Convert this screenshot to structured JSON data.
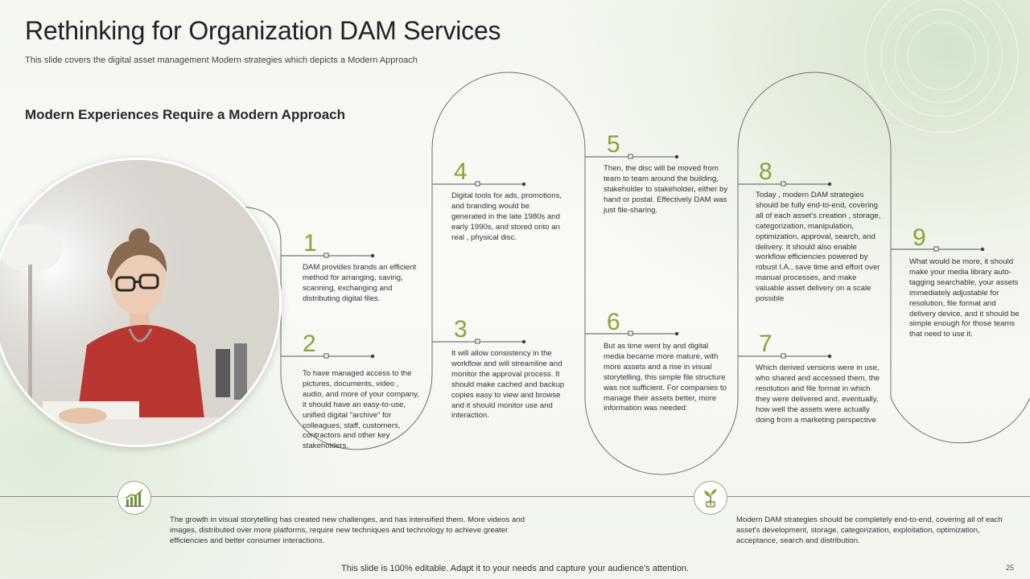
{
  "title": "Rethinking for Organization DAM Services",
  "subtitle": "This slide covers the digital asset management Modern strategies which depicts a Modern Approach",
  "heading": "Modern Experiences Require a Modern Approach",
  "steps": [
    {
      "num": "1",
      "text": "DAM provides brands an efficient method for arranging, saving, scanning, exchanging and distributing digital files."
    },
    {
      "num": "2",
      "text": "To have managed access to the pictures, documents, video , audio, and more of your company, it should have an easy-to-use, unified digital \"archive\" for colleagues, staff, customers, contractors and other key stakeholders."
    },
    {
      "num": "3",
      "text": "It will allow consistency in the workflow and will streamline and monitor the approval process. It should make cached and backup copies easy to view and browse and it should monitor use and interaction."
    },
    {
      "num": "4",
      "text": "Digital tools for ads, promotions, and branding would be generated in the late 1980s and early 1990s, and stored onto an real , physical disc."
    },
    {
      "num": "5",
      "text": "Then, the disc will be moved from team to team around the building, stakeholder to stakeholder, either by hand or postal. Effectively DAM was just file-sharing."
    },
    {
      "num": "6",
      "text": "But as time  went by and digital media became more mature, with more assets and a rise in visual storytelling, this simple file structure was not sufficient. For companies to manage their assets better, more information was needed:"
    },
    {
      "num": "7",
      "text": "Which derived versions were in use, who shared and accessed them, the resolution and file format in  which they were delivered and, eventually, how well the assets were actually doing from a marketing perspective"
    },
    {
      "num": "8",
      "text": "Today , modern DAM strategies should be fully end-to-end, covering all of each asset's creation , storage, categorization, manipulation,  optimization, approval, search, and delivery. It should also enable workflow efficiencies powered by robust I.A., save time and effort over manual processes, and make valuable asset delivery on a scale possible"
    },
    {
      "num": "9",
      "text": "What would be more, it should make your media library auto-tagging searchable, your assets immediately  adjustable for resolution, file format and delivery device, and it should be simple enough for those teams that need to use it."
    }
  ],
  "footer": {
    "left_text": "The growth in visual storytelling has created new challenges, and has intensified them. More videos and images, distributed over more platforms, require new techniques and technology to achieve greater efficiencies and better consumer interactions.",
    "right_text": "Modern DAM strategies should be completely end-to-end, covering all of each asset's development, storage, categorization, exploitation, optimization,  acceptance, search and distribution.",
    "left_icon": "growth-chart-icon",
    "right_icon": "plant-growth-icon"
  },
  "bottom_note": "This slide is 100% editable. Adapt it to your needs and capture your audience's attention.",
  "page_number": "25",
  "colors": {
    "accent": "#8aa33a",
    "line": "#6f6f6f",
    "text": "#333333"
  }
}
